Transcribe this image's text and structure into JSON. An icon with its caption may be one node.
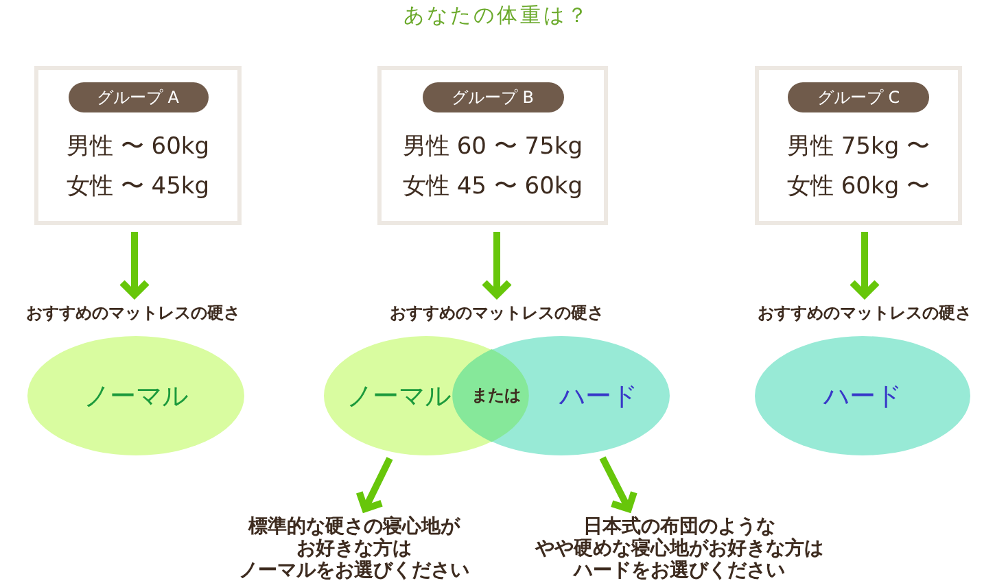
{
  "diagram": {
    "title": "あなたの体重は？",
    "nodes": [
      {
        "text": [
          "男性 〜 60kg",
          "女性 〜 45kg"
        ]
      },
      {
        "text": [
          "グループ A"
        ],
        "in": 0
      },
      {
        "text": [
          "男性 60 〜 75kg",
          "女性 45 〜 60kg"
        ]
      },
      {
        "text": [
          "グループ B"
        ],
        "in": 2
      },
      {
        "text": [
          "男性 75kg 〜",
          "女性 60kg 〜"
        ]
      },
      {
        "text": [
          "グループ C"
        ],
        "in": 4
      },
      {
        "text": [
          "おすすめのマットレスの硬さ"
        ]
      },
      {
        "text": [
          "おすすめのマットレスの硬さ"
        ]
      },
      {
        "text": [
          "おすすめのマットレスの硬さ"
        ]
      },
      {
        "text": [
          "ノーマル"
        ]
      },
      {
        "text": [
          "ノーマル"
        ]
      },
      {
        "text": [
          "または"
        ]
      },
      {
        "text": [
          "ハード"
        ]
      },
      {
        "text": [
          "ハード"
        ]
      },
      {
        "text": [
          "標準的な硬さの寝心地がお好きな方はノーマルをお選びください"
        ]
      },
      {
        "text": [
          "日本式の布団のようなやや硬めな寝心地がお好きな方はハードをお選びください"
        ]
      }
    ],
    "edges": [
      {
        "from": 0,
        "to": 6,
        "arrow": "to"
      },
      {
        "from": 2,
        "to": 7,
        "arrow": "to"
      },
      {
        "from": 4,
        "to": 8,
        "arrow": "to"
      },
      {
        "from": 10,
        "to": 14,
        "arrow": "to"
      },
      {
        "from": 12,
        "to": 15,
        "arrow": "to"
      }
    ]
  }
}
